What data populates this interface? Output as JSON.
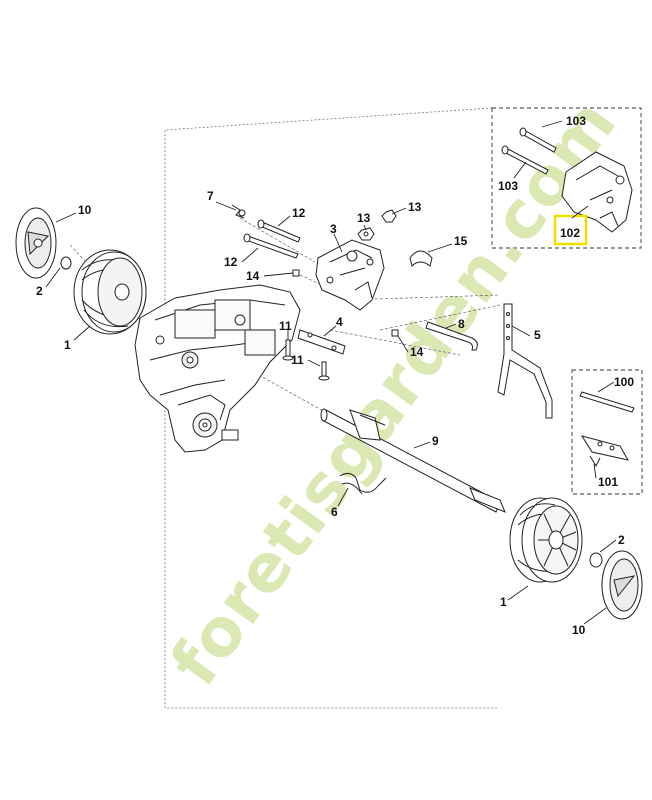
{
  "watermark": {
    "text": "foretisgarden.com",
    "colors": [
      "#c8dc8c",
      "#f6c37e",
      "#cdbfae"
    ]
  },
  "highlight": {
    "label": "102",
    "color": "#f0e000"
  },
  "callouts": [
    {
      "id": "c-103a",
      "text": "103"
    },
    {
      "id": "c-103b",
      "text": "103"
    },
    {
      "id": "c-102",
      "text": "102"
    },
    {
      "id": "c-10a",
      "text": "10"
    },
    {
      "id": "c-7",
      "text": "7"
    },
    {
      "id": "c-12a",
      "text": "12"
    },
    {
      "id": "c-3",
      "text": "3"
    },
    {
      "id": "c-13a",
      "text": "13"
    },
    {
      "id": "c-13b",
      "text": "13"
    },
    {
      "id": "c-15",
      "text": "15"
    },
    {
      "id": "c-12b",
      "text": "12"
    },
    {
      "id": "c-14a",
      "text": "14"
    },
    {
      "id": "c-2a",
      "text": "2"
    },
    {
      "id": "c-1a",
      "text": "1"
    },
    {
      "id": "c-4",
      "text": "4"
    },
    {
      "id": "c-8",
      "text": "8"
    },
    {
      "id": "c-11a",
      "text": "11"
    },
    {
      "id": "c-11b",
      "text": "11"
    },
    {
      "id": "c-14b",
      "text": "14"
    },
    {
      "id": "c-5",
      "text": "5"
    },
    {
      "id": "c-100",
      "text": "100"
    },
    {
      "id": "c-101",
      "text": "101"
    },
    {
      "id": "c-9",
      "text": "9"
    },
    {
      "id": "c-6",
      "text": "6"
    },
    {
      "id": "c-2b",
      "text": "2"
    },
    {
      "id": "c-1b",
      "text": "1"
    },
    {
      "id": "c-10b",
      "text": "10"
    }
  ]
}
